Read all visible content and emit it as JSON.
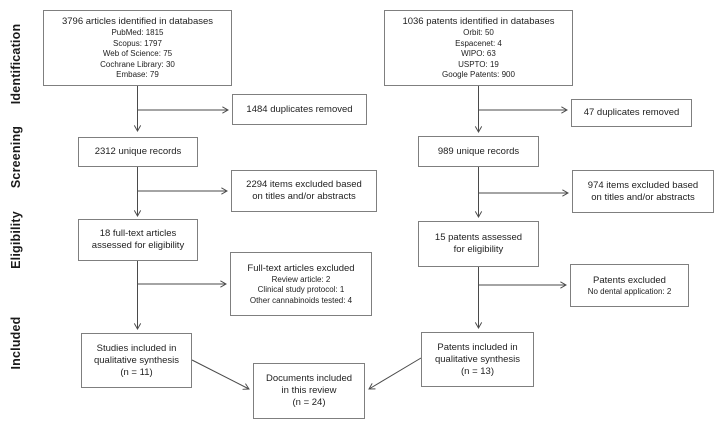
{
  "stages": [
    "Identification",
    "Screening",
    "Eligibility",
    "Included"
  ],
  "articles": {
    "identified": {
      "title": "3796 articles identified in databases",
      "sources": [
        "PubMed: 1815",
        "Scopus: 1797",
        "Web of Science: 75",
        "Cochrane Library: 30",
        "Embase: 79"
      ]
    },
    "duplicates_removed": "1484 duplicates removed",
    "unique_records": "2312 unique records",
    "excluded_screening": "2294 items excluded based\non titles and/or abstracts",
    "assessed": "18 full-text articles\nassessed for eligibility",
    "excluded_eligibility": {
      "title": "Full-text articles excluded",
      "reasons": [
        "Review article: 2",
        "Clinical study protocol: 1",
        "Other cannabinoids tested: 4"
      ]
    },
    "included": "Studies included in\nqualitative synthesis\n(n = 11)"
  },
  "patents": {
    "identified": {
      "title": "1036 patents identified in databases",
      "sources": [
        "Orbit: 50",
        "Espacenet: 4",
        "WIPO: 63",
        "USPTO: 19",
        "Google Patents: 900"
      ]
    },
    "duplicates_removed": "47 duplicates removed",
    "unique_records": "989 unique records",
    "excluded_screening": "974 items excluded based\non titles and/or abstracts",
    "assessed": "15 patents assessed\nfor eligibility",
    "excluded_eligibility": {
      "title": "Patents excluded",
      "reasons": [
        "No dental application: 2"
      ]
    },
    "included": "Patents included in\nqualitative synthesis\n(n = 13)"
  },
  "final_box": "Documents included\nin this review\n(n = 24)",
  "colors": {
    "box_border": "#7f7f7f",
    "arrow": "#4a4a4a",
    "text": "#1e1e1e",
    "background": "#ffffff"
  }
}
